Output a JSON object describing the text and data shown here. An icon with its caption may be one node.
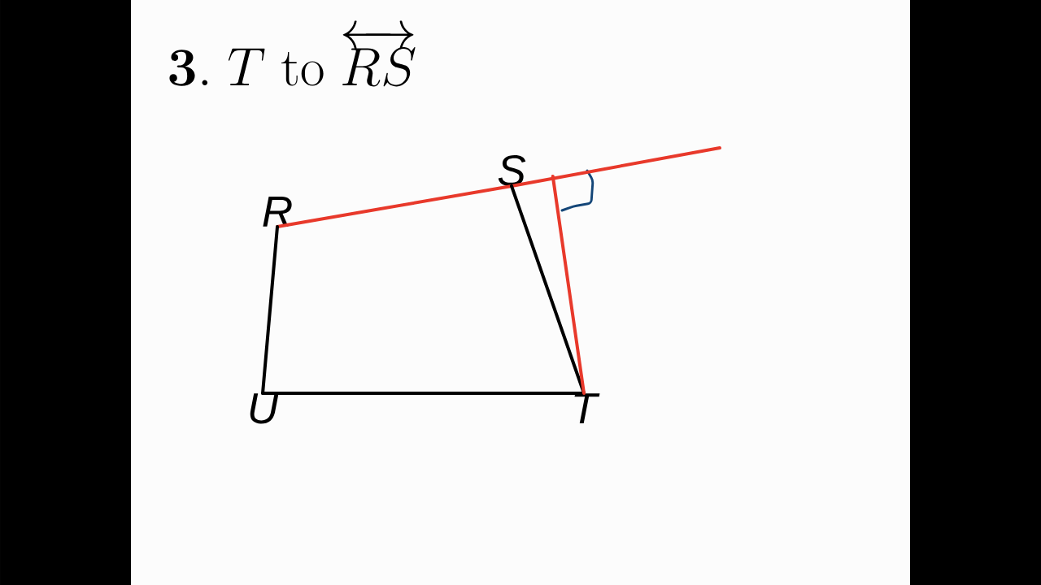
{
  "diagram": {
    "title": "\\mathbf{3.}\\; T\\ \\mathrm{to}\\ \\overleftrightarrow{RS}",
    "nodes": [
      {
        "text": [
          "R"
        ]
      },
      {
        "text": [
          "S"
        ]
      },
      {
        "text": [
          "T"
        ]
      },
      {
        "text": [
          "U"
        ]
      },
      {
        "text": [],
        "shape": "right-angle"
      }
    ],
    "edges": [
      {
        "from": 0,
        "to": 1,
        "arrow": "none",
        "color": "#e8392b"
      },
      {
        "from": 1,
        "to": null,
        "arrow": "none",
        "color": "#e8392b"
      },
      {
        "from": 1,
        "to": 2,
        "arrow": "none",
        "color": "#000000"
      },
      {
        "from": 3,
        "to": 2,
        "arrow": "none",
        "color": "#000000"
      },
      {
        "from": 3,
        "to": 0,
        "arrow": "none",
        "color": "#000000"
      },
      {
        "from": 2,
        "to": 4,
        "arrow": "none",
        "color": "#e8392b"
      }
    ]
  }
}
